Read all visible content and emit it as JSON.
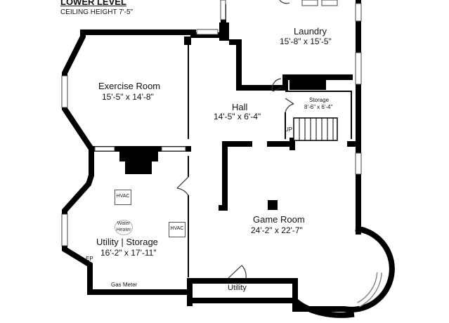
{
  "header": {
    "level": "LOWER LEVEL",
    "ceiling": "CEILING HEIGHT 7'-5\""
  },
  "rooms": {
    "laundry": {
      "name": "Laundry",
      "dims": "15'-8\" x 15'-5\""
    },
    "exercise": {
      "name": "Exercise Room",
      "dims": "15'-5\" x 14'-8\""
    },
    "hall": {
      "name": "Hall",
      "dims": "14'-5\" x 6'-4\""
    },
    "storage": {
      "name": "Storage",
      "dims": "8'-6\" x 6'-4\""
    },
    "game": {
      "name": "Game Room",
      "dims": "24'-2\" x 22'-7\""
    },
    "utility_storage": {
      "name": "Utility | Storage",
      "dims": "16'-2\" x 17'-11\""
    },
    "utility": {
      "name": "Utility"
    }
  },
  "fixtures": {
    "hvac": "HVAC",
    "water_heater_line1": "Water",
    "water_heater_line2": "Heater",
    "up": "UP",
    "ep": "EP",
    "gas_meter": "Gas Meter"
  }
}
